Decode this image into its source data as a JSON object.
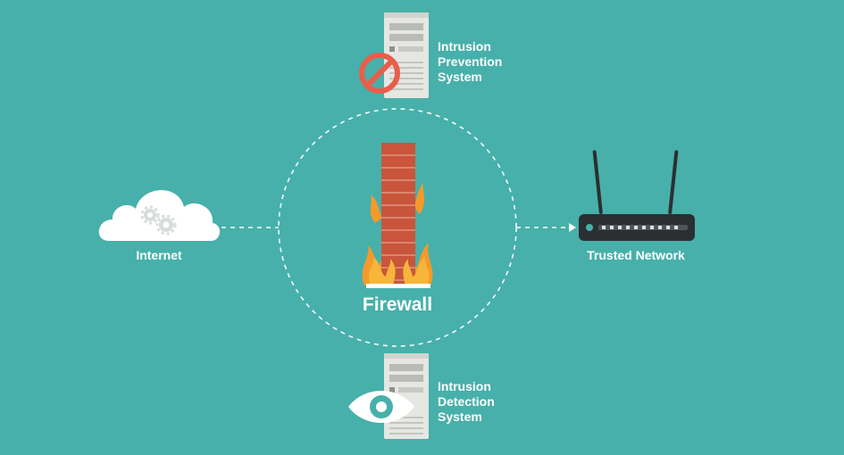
{
  "nodes": {
    "firewall": {
      "label": "Firewall"
    },
    "internet": {
      "label": "Internet"
    },
    "trusted_network": {
      "label": "Trusted Network"
    },
    "ips": {
      "lines": [
        "Intrusion",
        "Prevention",
        "System"
      ]
    },
    "ids": {
      "lines": [
        "Intrusion",
        "Detection",
        "System"
      ]
    }
  },
  "colors": {
    "background": "#47b0aa",
    "brick": "#c9553a",
    "flame": "#f39a2a",
    "block_sign": "#e85e4a",
    "router": "#2f3a40",
    "server": "#e6e7e3"
  },
  "icons": {
    "internet": "cloud-gears-icon",
    "firewall": "brick-wall-fire-icon",
    "trusted_network": "router-icon",
    "ips": "server-block-icon",
    "ids": "server-eye-icon"
  }
}
